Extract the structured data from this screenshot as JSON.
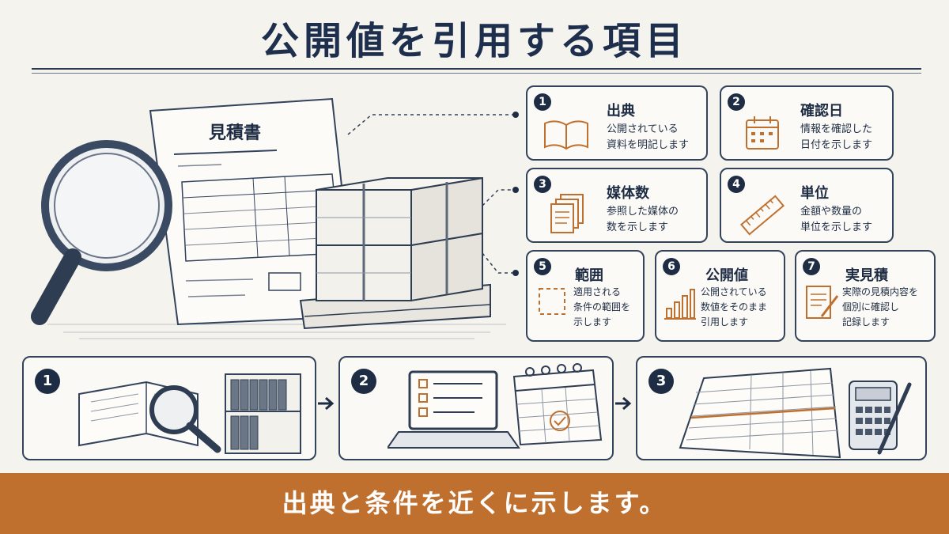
{
  "title": "公開値を引用する項目",
  "illustration": {
    "document_title": "見積書"
  },
  "cards": [
    {
      "num": "1",
      "title": "出典",
      "desc": "公開されている\n資料を明記します",
      "icon": "book-icon"
    },
    {
      "num": "2",
      "title": "確認日",
      "desc": "情報を確認した\n日付を示します",
      "icon": "calendar-icon"
    },
    {
      "num": "3",
      "title": "媒体数",
      "desc": "参照した媒体の\n数を示します",
      "icon": "documents-stack-icon"
    },
    {
      "num": "4",
      "title": "単位",
      "desc": "金額や数量の\n単位を示します",
      "icon": "ruler-icon"
    },
    {
      "num": "5",
      "title": "範囲",
      "desc": "適用される\n条件の範囲を\n示します",
      "icon": "dashed-square-icon"
    },
    {
      "num": "6",
      "title": "公開値",
      "desc": "公開されている\n数値をそのまま\n引用します",
      "icon": "bar-chart-icon"
    },
    {
      "num": "7",
      "title": "実見積",
      "desc": "実際の見積内容を\n個別に確認し\n記録します",
      "icon": "document-pencil-icon"
    }
  ],
  "steps": [
    {
      "num": "1"
    },
    {
      "num": "2"
    },
    {
      "num": "3"
    }
  ],
  "banner": {
    "text": "出典と条件を近くに示します。"
  },
  "colors": {
    "navy": "#1f2d44",
    "accent_orange": "#c0702e",
    "background": "#f5f3ee"
  }
}
